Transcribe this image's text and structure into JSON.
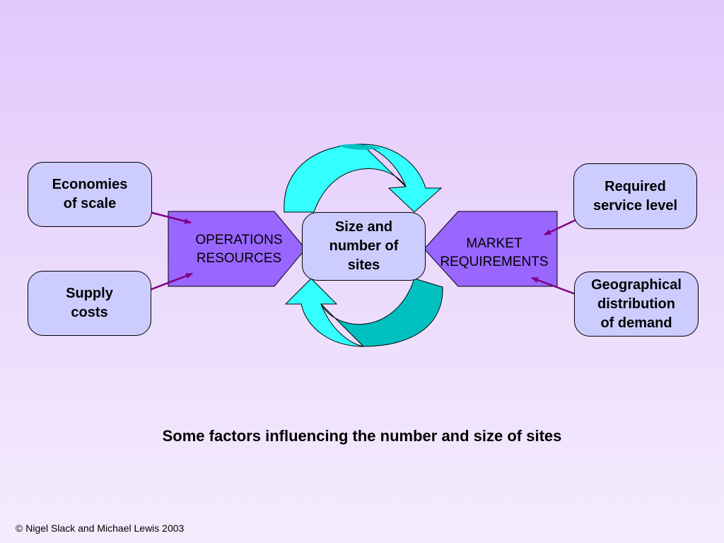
{
  "boxes": {
    "economies_of_scale": "Economies\nof scale",
    "supply_costs": "Supply\ncosts",
    "required_service_level": "Required\nservice level",
    "geographical_distribution": "Geographical\ndistribution\nof demand",
    "size_and_number": "Size and\nnumber of\nsites"
  },
  "arrows": {
    "operations_resources": "OPERATIONS\nRESOURCES",
    "market_requirements": "MARKET\nREQUIREMENTS"
  },
  "caption": "Some factors influencing the number and size of sites",
  "copyright": "© Nigel Slack and Michael Lewis 2003",
  "colors": {
    "box_fill": "#ccccff",
    "arrow_fill": "#9966ff",
    "curved_arrow_light": "#33ffff",
    "curved_arrow_dark": "#00c0c0",
    "connector": "#800080"
  }
}
